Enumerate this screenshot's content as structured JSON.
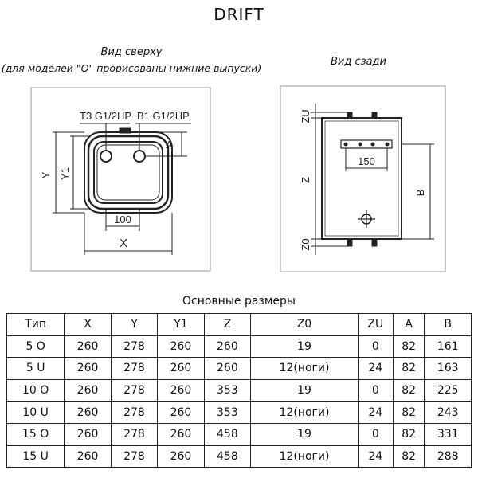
{
  "title": "DRIFT",
  "top_view": {
    "caption": "Вид сверху",
    "caption_note": "(для моделей \"O\" прорисованы нижние выпуски)",
    "label_t3": "T3 G1/2HP",
    "label_b1": "B1 G1/2HP",
    "label_a": "A",
    "label_y": "Y",
    "label_y1": "Y1",
    "label_100": "100",
    "label_x": "X"
  },
  "back_view": {
    "caption": "Вид сзади",
    "label_zu": "ZU",
    "label_z": "Z",
    "label_z0": "Z0",
    "label_b": "B",
    "label_150": "150"
  },
  "table": {
    "caption": "Основные размеры",
    "headers": [
      "Тип",
      "X",
      "Y",
      "Y1",
      "Z",
      "Z0",
      "ZU",
      "A",
      "B"
    ],
    "rows": [
      [
        "5 O",
        "260",
        "278",
        "260",
        "260",
        "19",
        "0",
        "82",
        "161"
      ],
      [
        "5 U",
        "260",
        "278",
        "260",
        "260",
        "12(ноги)",
        "24",
        "82",
        "163"
      ],
      [
        "10 O",
        "260",
        "278",
        "260",
        "353",
        "19",
        "0",
        "82",
        "225"
      ],
      [
        "10 U",
        "260",
        "278",
        "260",
        "353",
        "12(ноги)",
        "24",
        "82",
        "243"
      ],
      [
        "15 O",
        "260",
        "278",
        "260",
        "458",
        "19",
        "0",
        "82",
        "331"
      ],
      [
        "15 U",
        "260",
        "278",
        "260",
        "458",
        "12(ноги)",
        "24",
        "82",
        "288"
      ]
    ]
  }
}
